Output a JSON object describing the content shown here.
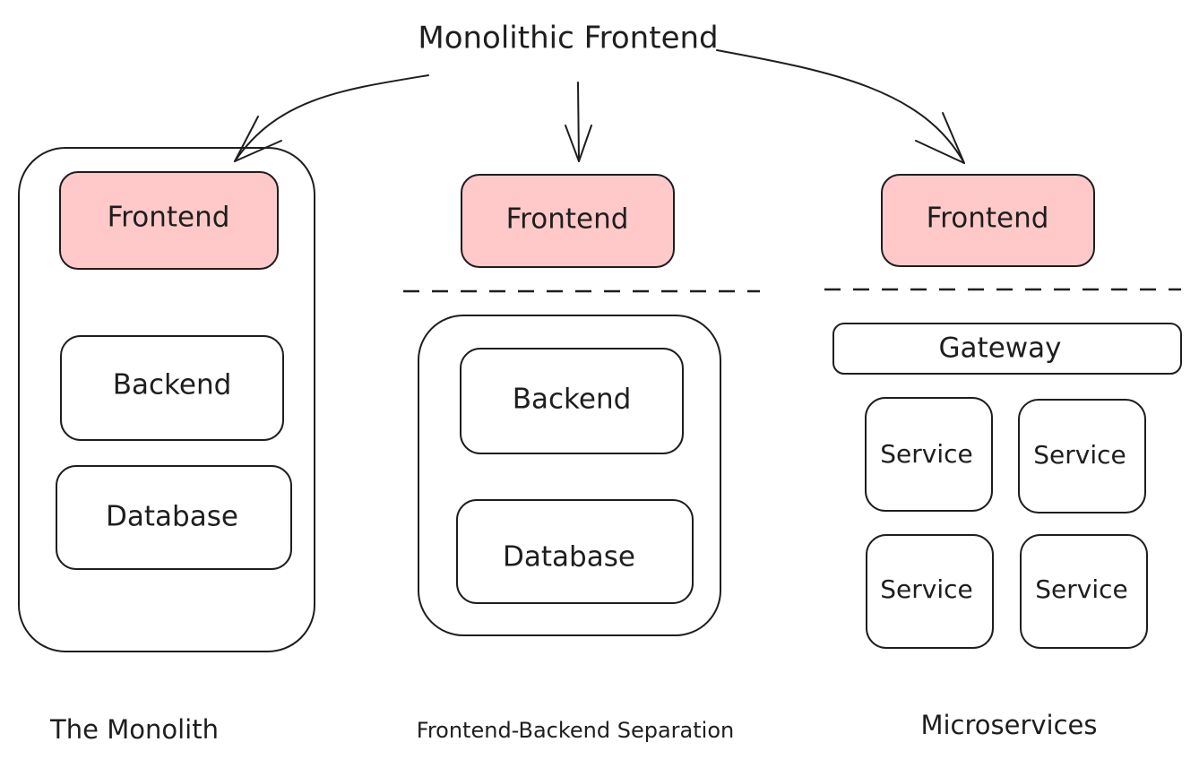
{
  "title": "Monolithic Frontend",
  "columns": {
    "monolith": {
      "frontend": "Frontend",
      "backend": "Backend",
      "database": "Database",
      "caption": "The Monolith"
    },
    "separation": {
      "frontend": "Frontend",
      "backend": "Backend",
      "database": "Database",
      "caption": "Frontend-Backend Separation"
    },
    "microservices": {
      "frontend": "Frontend",
      "gateway": "Gateway",
      "services": [
        "Service",
        "Service",
        "Service",
        "Service"
      ],
      "caption": "Microservices"
    }
  },
  "colors": {
    "frontend_fill": "#ffc9c9",
    "stroke": "#1e1e1e",
    "background": "#ffffff"
  }
}
